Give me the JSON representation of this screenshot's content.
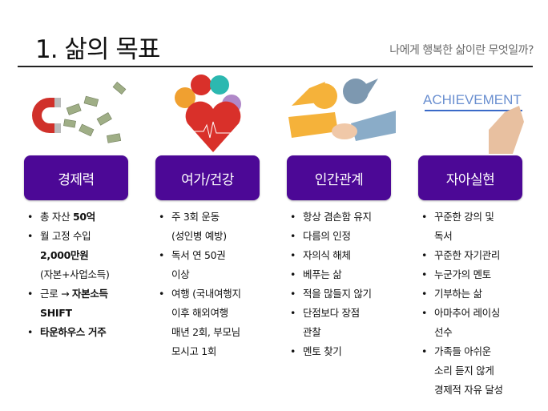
{
  "header": {
    "title": "1. 삶의 목표",
    "subtitle": "나에게 행복한 삶이란 무엇일까?"
  },
  "colors": {
    "button": "#4c0896"
  },
  "categories": [
    {
      "label": "경제력",
      "icon": "magnet-money-icon",
      "items": [
        [
          [
            {
              "t": "총 자산 "
            },
            {
              "t": "50억",
              "b": true
            }
          ]
        ],
        [
          [
            {
              "t": "월 고정 수입"
            }
          ],
          [
            {
              "t": "2,000만원",
              "b": true
            }
          ],
          [
            {
              "t": "(자본+사업소득)"
            }
          ]
        ],
        [
          [
            {
              "t": "근로 → "
            },
            {
              "t": "자본소득",
              "b": true
            }
          ],
          [
            {
              "t": "SHIFT",
              "b": true
            }
          ]
        ],
        [
          [
            {
              "t": "타운하우스 거주",
              "b": true
            }
          ]
        ]
      ]
    },
    {
      "label": "여가/건강",
      "icon": "heart-health-icon",
      "items": [
        [
          [
            {
              "t": "주 3회 운동"
            }
          ],
          [
            {
              "t": "(성인병 예방)"
            }
          ]
        ],
        [
          [
            {
              "t": "독서 연 50권"
            }
          ],
          [
            {
              "t": "이상"
            }
          ]
        ],
        [
          [
            {
              "t": "여행 (국내여행지"
            }
          ],
          [
            {
              "t": "이후 해외여행"
            }
          ],
          [
            {
              "t": "매년 2회, 부모님"
            }
          ],
          [
            {
              "t": "모시고 1회"
            }
          ]
        ]
      ]
    },
    {
      "label": "인간관계",
      "icon": "handshake-icon",
      "items": [
        [
          [
            {
              "t": "항상 겸손함 유지"
            }
          ]
        ],
        [
          [
            {
              "t": "다름의 인정"
            }
          ]
        ],
        [
          [
            {
              "t": "자의식 해체"
            }
          ]
        ],
        [
          [
            {
              "t": "베푸는 삶"
            }
          ]
        ],
        [
          [
            {
              "t": "적을 많들지 않기"
            }
          ]
        ],
        [
          [
            {
              "t": "단점보다 장점"
            }
          ],
          [
            {
              "t": "관찰"
            }
          ]
        ],
        [
          [
            {
              "t": "멘토 찾기"
            }
          ]
        ]
      ]
    },
    {
      "label": "자아실현",
      "icon": "achievement-icon",
      "image_text": "ACHIEVEMENT",
      "items": [
        [
          [
            {
              "t": "꾸준한 강의 및"
            }
          ],
          [
            {
              "t": "독서"
            }
          ]
        ],
        [
          [
            {
              "t": "꾸준한 자기관리"
            }
          ]
        ],
        [
          [
            {
              "t": "누군가의 멘토"
            }
          ]
        ],
        [
          [
            {
              "t": "기부하는 삶"
            }
          ]
        ],
        [
          [
            {
              "t": "아마추어 레이싱"
            }
          ],
          [
            {
              "t": "선수"
            }
          ]
        ],
        [
          [
            {
              "t": "가족들 아쉬운"
            }
          ],
          [
            {
              "t": "소리 듣지 않게"
            }
          ],
          [
            {
              "t": "경제적 자유 달성"
            }
          ]
        ]
      ]
    }
  ]
}
